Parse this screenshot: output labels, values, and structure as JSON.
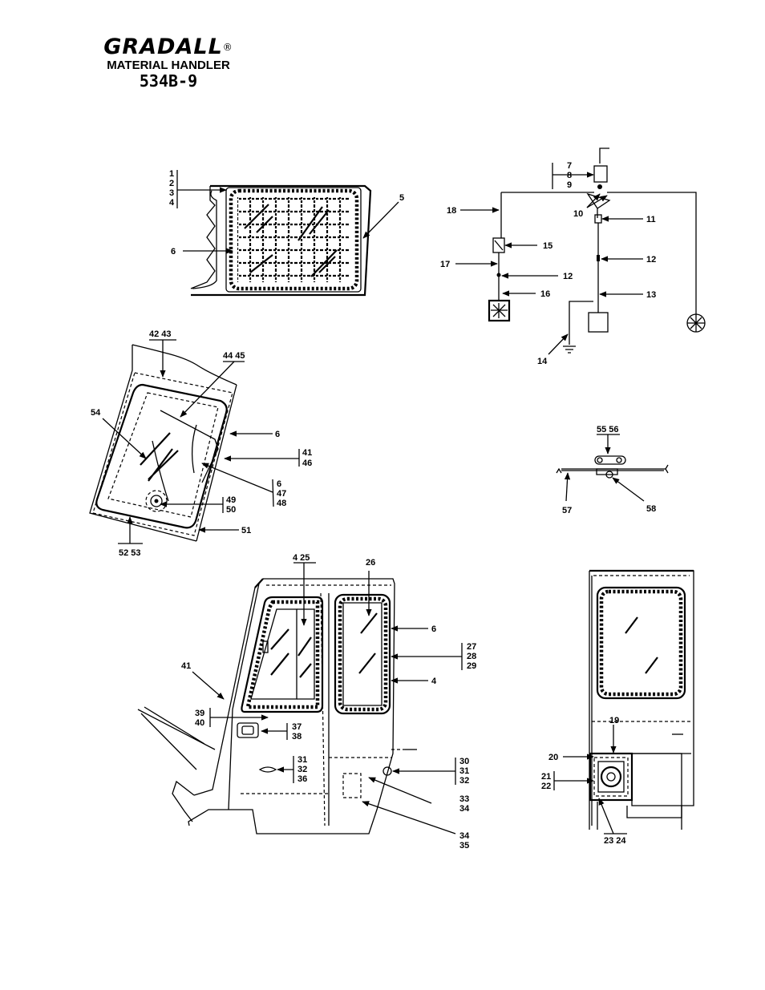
{
  "header": {
    "brand": "GRADALL",
    "registered": "®",
    "subtitle": "MATERIAL HANDLER",
    "model": "534B-9"
  },
  "labels": {
    "n1": "1",
    "n2": "2",
    "n3": "3",
    "n4": "4",
    "n5": "5",
    "n6": "6",
    "n7": "7",
    "n8": "8",
    "n9": "9",
    "n10": "10",
    "n11": "11",
    "n12": "12",
    "n13": "13",
    "n14": "14",
    "n15": "15",
    "n16": "16",
    "n17": "17",
    "n18": "18",
    "n19": "19",
    "n20": "20",
    "n21": "21",
    "n22": "22",
    "n23_24": "23  24",
    "n4_25": "4  25",
    "n26": "26",
    "n27": "27",
    "n28": "28",
    "n29": "29",
    "n30": "30",
    "n31": "31",
    "n32": "32",
    "n33": "33",
    "n34": "34",
    "n35": "35",
    "n36": "36",
    "n37": "37",
    "n38": "38",
    "n39": "39",
    "n40": "40",
    "n41": "41",
    "n42_43": "42  43",
    "n44_45": "44  45",
    "n46": "46",
    "n47": "47",
    "n48": "48",
    "n49": "49",
    "n50": "50",
    "n51": "51",
    "n52_53": "52  53",
    "n54": "54",
    "n55_56": "55  56",
    "n57": "57",
    "n58": "58"
  }
}
